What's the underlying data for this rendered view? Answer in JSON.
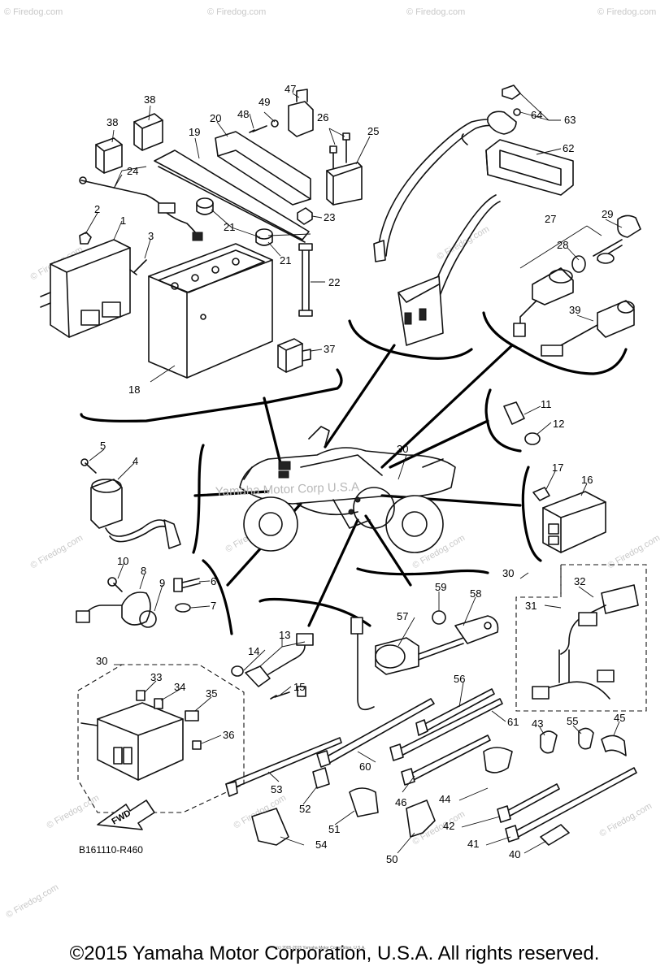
{
  "diagram": {
    "drawing_code": "B161110-R460",
    "fwd_label": "FWD",
    "watermark_center": "Yamaha Motor Corp U.S.A",
    "watermark_site": "© Firedog.com",
    "footer_tiny": "(c) 2005-2015 Yamaha Motor Corporation, U.S.A.",
    "copyright": "©2015 Yamaha Motor Corporation, U.S.A. All rights reserved.",
    "callouts": [
      "1",
      "2",
      "3",
      "4",
      "5",
      "6",
      "7",
      "8",
      "9",
      "10",
      "11",
      "12",
      "13",
      "14",
      "15",
      "16",
      "17",
      "18",
      "19",
      "20",
      "21",
      "21",
      "22",
      "23",
      "24",
      "25",
      "26",
      "27",
      "28",
      "29",
      "30",
      "30",
      "30",
      "31",
      "32",
      "33",
      "34",
      "35",
      "36",
      "37",
      "38",
      "38",
      "39",
      "40",
      "41",
      "42",
      "43",
      "44",
      "45",
      "46",
      "47",
      "48",
      "49",
      "50",
      "51",
      "52",
      "53",
      "54",
      "55",
      "56",
      "57",
      "58",
      "59",
      "60",
      "61",
      "62",
      "63",
      "64"
    ]
  }
}
